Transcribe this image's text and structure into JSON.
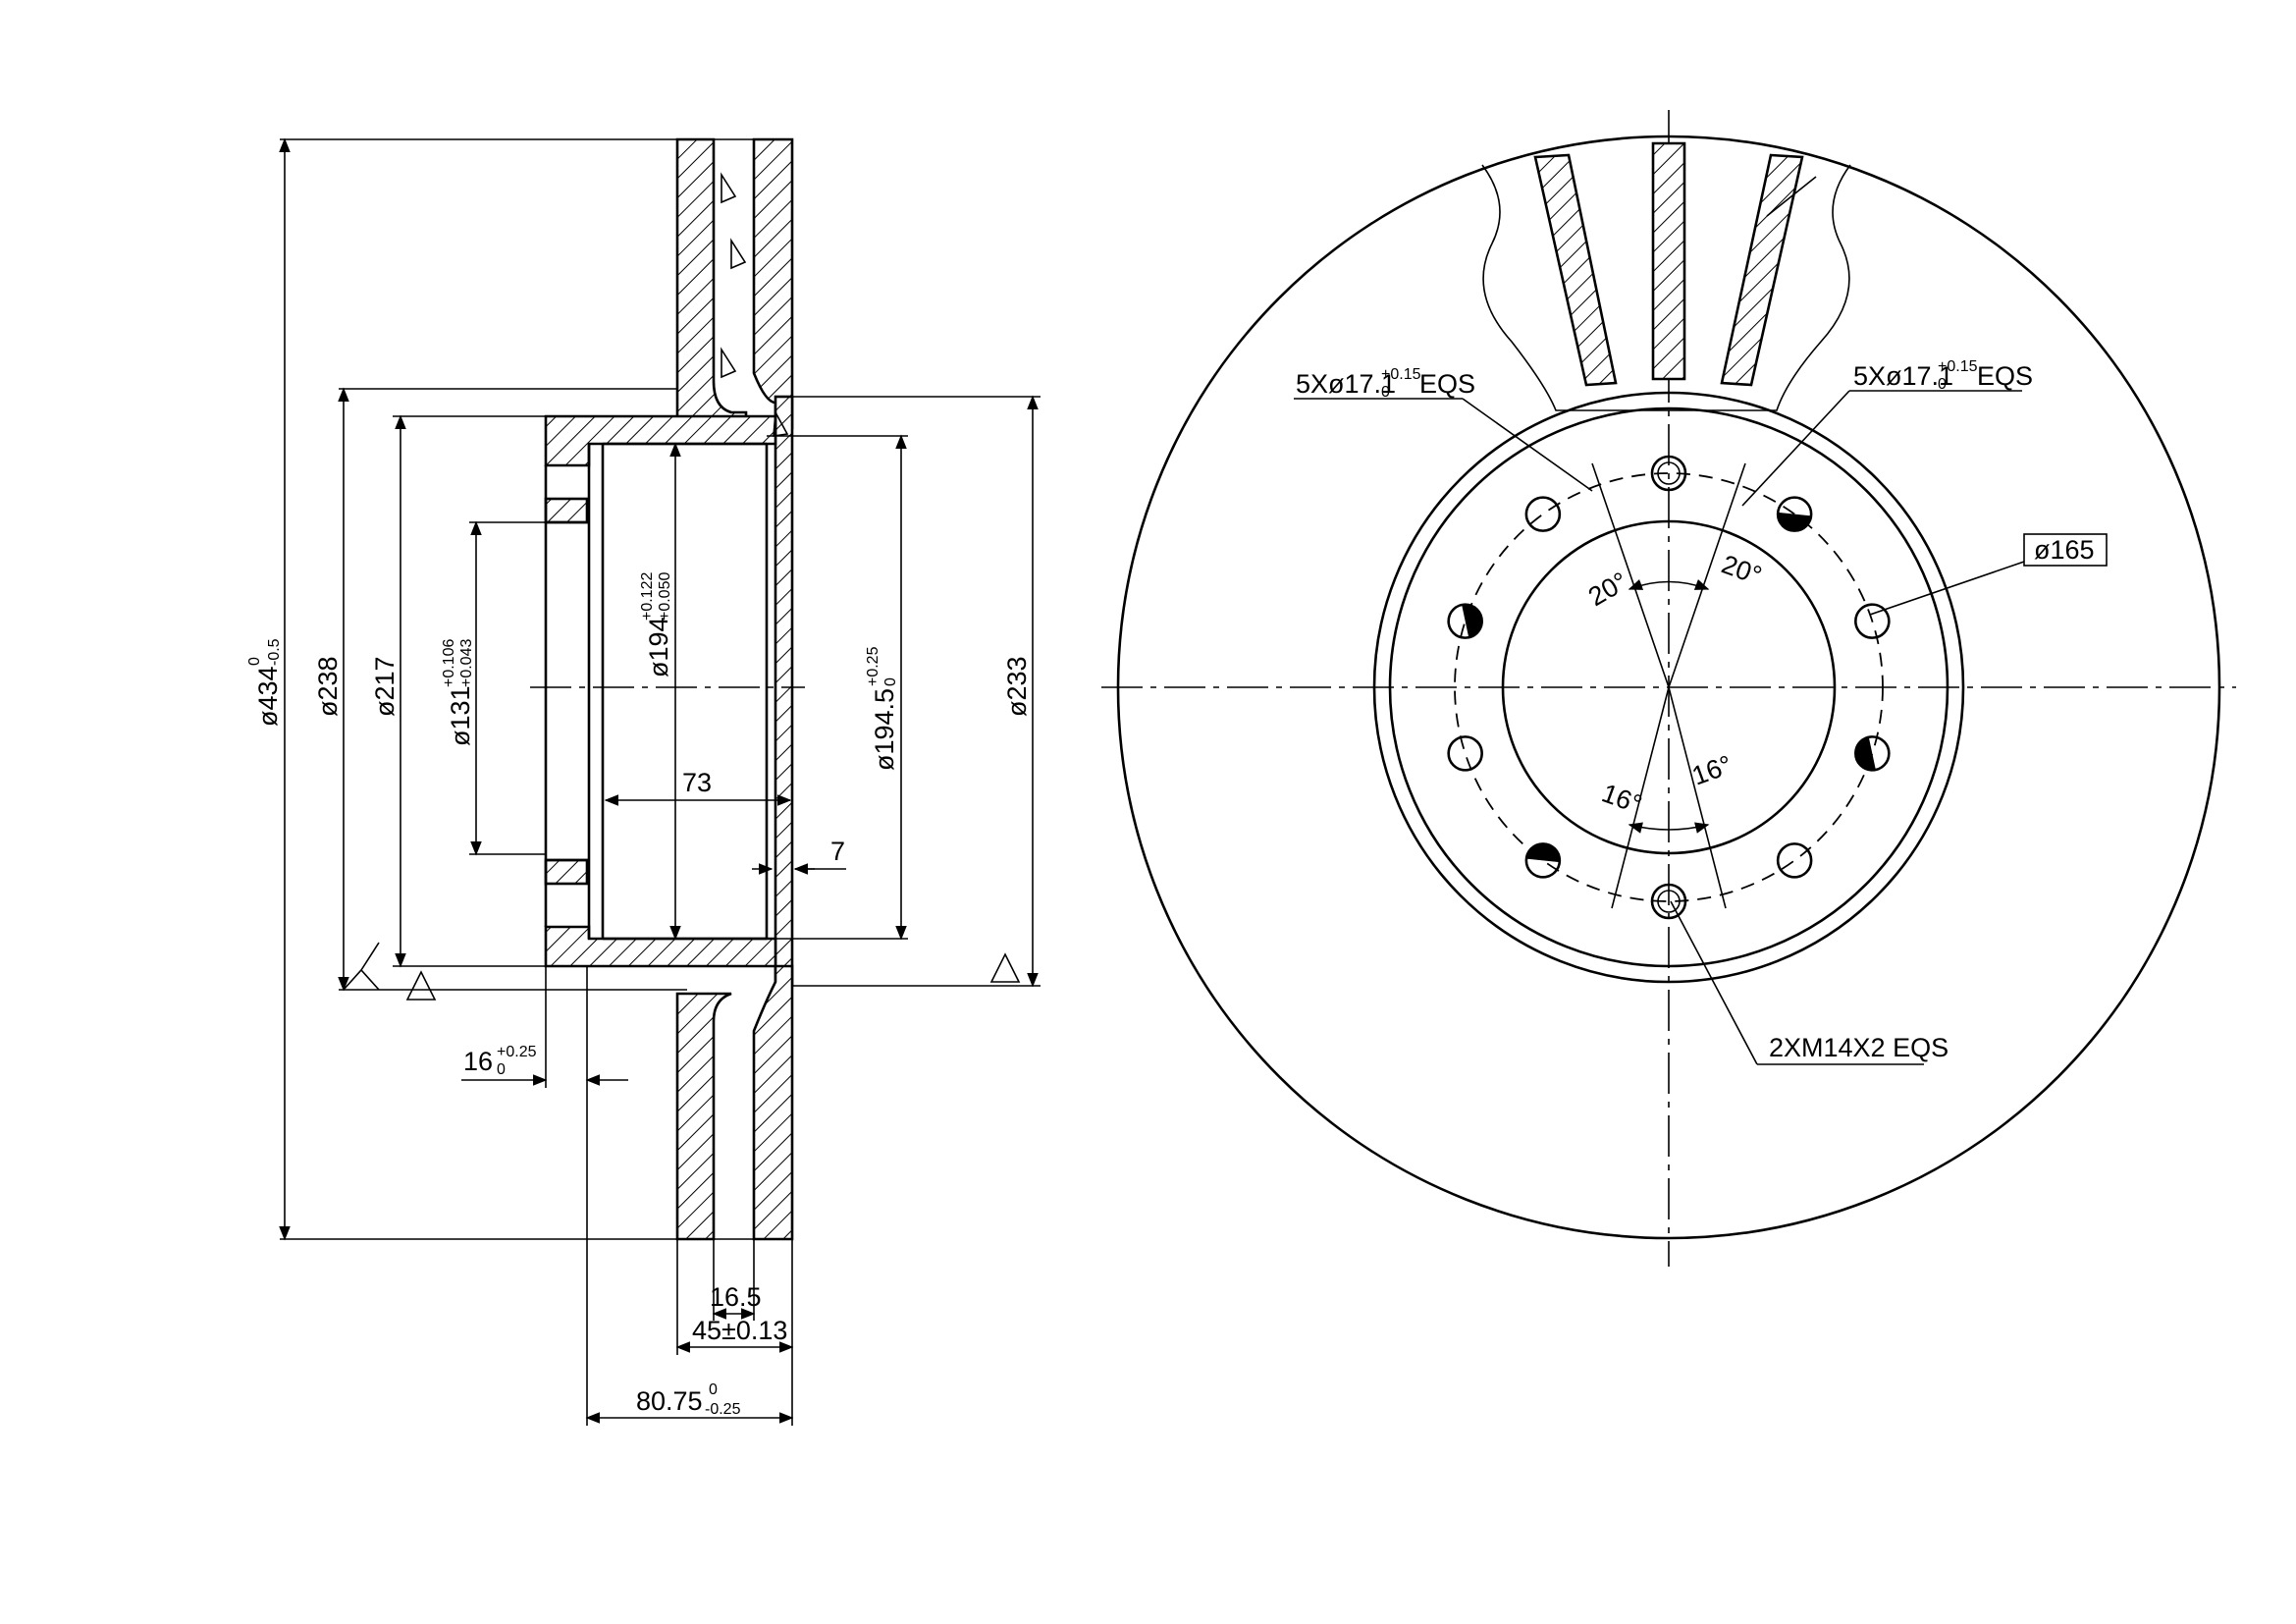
{
  "section_view": {
    "dia_outer": "ø434",
    "dia_outer_tol_upper": "0",
    "dia_outer_tol_lower": "-0.5",
    "dia_238": "ø238",
    "dia_217": "ø217",
    "dia_131": "ø131",
    "dia_131_tol_upper": "+0.106",
    "dia_131_tol_lower": "+0.043",
    "dia_194": "ø194",
    "dia_194_tol_upper": "+0.122",
    "dia_194_tol_lower": "+0.050",
    "dia_194_5": "ø194.5",
    "dia_194_5_tol_upper": "+0.25",
    "dia_194_5_tol_lower": "0",
    "dia_233": "ø233",
    "len_73": "73",
    "len_7": "7",
    "len_16": "16",
    "len_16_tol_upper": "+0.25",
    "len_16_tol_lower": "0",
    "len_16_5": "16.5",
    "len_45": "45±0.13",
    "len_80_75": "80.75",
    "len_80_75_tol_upper": "0",
    "len_80_75_tol_lower": "-0.25"
  },
  "front_view": {
    "holes_left_note": "5Xø17.1",
    "holes_left_tol_upper": "+0.15",
    "holes_left_tol_lower": "0",
    "holes_left_suffix": "EQS",
    "holes_right_note": "5Xø17.1",
    "holes_right_tol_upper": "+0.15",
    "holes_right_tol_lower": "0",
    "holes_right_suffix": "EQS",
    "pcd_label": "ø165",
    "thread_note": "2XM14X2 EQS",
    "angle_20_left": "20°",
    "angle_20_right": "20°",
    "angle_16_left": "16°",
    "angle_16_right": "16°"
  }
}
